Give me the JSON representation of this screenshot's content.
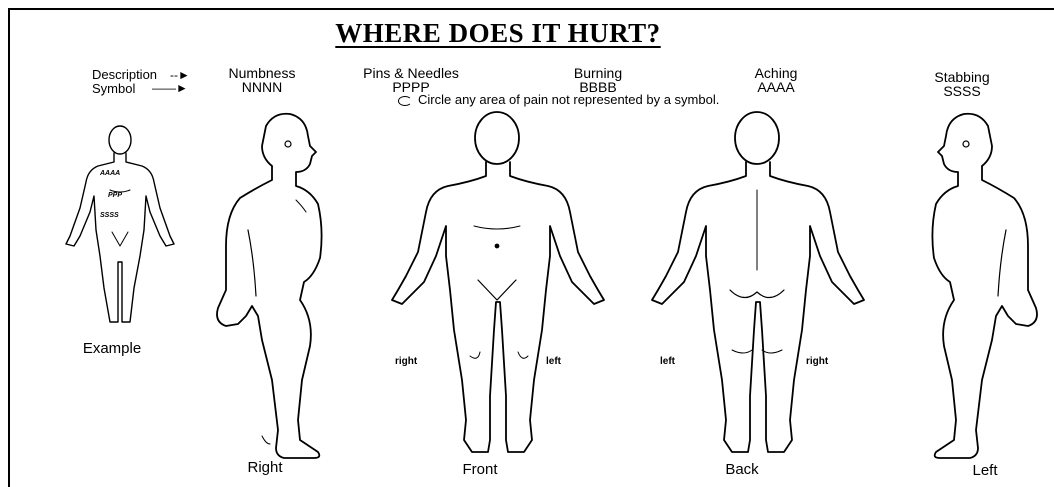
{
  "title": "WHERE DOES IT HURT?",
  "legend": {
    "description_label": "Description",
    "symbol_label": "Symbol",
    "items": [
      {
        "description": "Numbness",
        "symbol": "NNNN"
      },
      {
        "description": "Pins & Needles",
        "symbol": "PPPP"
      },
      {
        "description": "Burning",
        "symbol": "BBBB"
      },
      {
        "description": "Aching",
        "symbol": "AAAA"
      },
      {
        "description": "Stabbing",
        "symbol": "SSSS"
      }
    ],
    "circle_note": "Circle any area of pain not represented by a symbol."
  },
  "figures": {
    "example": "Example",
    "right": "Right",
    "front": "Front",
    "back": "Back",
    "left": "Left"
  },
  "side_labels": {
    "front_right": "right",
    "front_left": "left",
    "back_left": "left",
    "back_right": "right"
  },
  "example_marks": {
    "aching": "AAAA",
    "pins": "PPP",
    "stabbing": "SSSS"
  }
}
